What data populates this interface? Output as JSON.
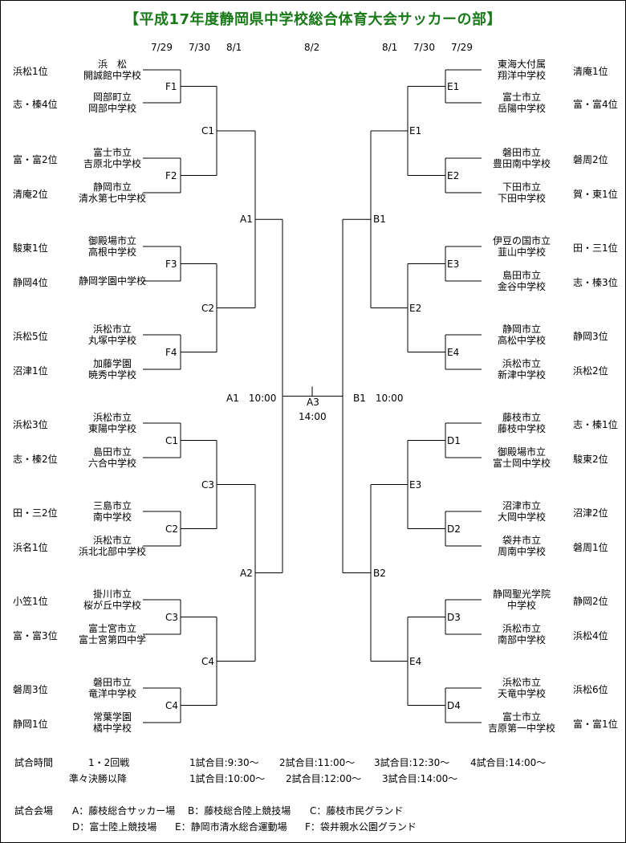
{
  "title": "【平成17年度静岡県中学校総合体育大会サッカーの部】",
  "dates": {
    "left": [
      "7/29",
      "7/30",
      "8/1"
    ],
    "center": "8/2",
    "right": [
      "8/1",
      "7/30",
      "7/29"
    ]
  },
  "left_teams": [
    {
      "rank": "浜松1位",
      "name": [
        "浜　松",
        "開誠館中学校"
      ]
    },
    {
      "rank": "志・榛4位",
      "name": [
        "岡部町立",
        "岡部中学校"
      ]
    },
    {
      "rank": "富・富2位",
      "name": [
        "富士市立",
        "吉原北中学校"
      ]
    },
    {
      "rank": "清庵2位",
      "name": [
        "静岡市立",
        "清水第七中学校"
      ]
    },
    {
      "rank": "駿東1位",
      "name": [
        "御殿場市立",
        "高根中学校"
      ]
    },
    {
      "rank": "静岡4位",
      "name": [
        "静岡学園中学校"
      ]
    },
    {
      "rank": "浜松5位",
      "name": [
        "浜松市立",
        "丸塚中学校"
      ]
    },
    {
      "rank": "沼津1位",
      "name": [
        "加藤学園",
        "暁秀中学校"
      ]
    },
    {
      "rank": "浜松3位",
      "name": [
        "浜松市立",
        "東陽中学校"
      ]
    },
    {
      "rank": "志・榛2位",
      "name": [
        "島田市立",
        "六合中学校"
      ]
    },
    {
      "rank": "田・三2位",
      "name": [
        "三島市立",
        "南中学校"
      ]
    },
    {
      "rank": "浜名1位",
      "name": [
        "浜松市立",
        "浜北北部中学校"
      ]
    },
    {
      "rank": "小笠1位",
      "name": [
        "掛川市立",
        "桜が丘中学校"
      ]
    },
    {
      "rank": "富・富3位",
      "name": [
        "富士宮市立",
        "富士宮第四中学"
      ]
    },
    {
      "rank": "磐周3位",
      "name": [
        "磐田市立",
        "竜洋中学校"
      ]
    },
    {
      "rank": "静岡1位",
      "name": [
        "常葉学園",
        "橘中学校"
      ]
    }
  ],
  "right_teams": [
    {
      "rank": "清庵1位",
      "name": [
        "東海大付属",
        "翔洋中学校"
      ]
    },
    {
      "rank": "富・富4位",
      "name": [
        "富士市立",
        "岳陽中学校"
      ]
    },
    {
      "rank": "磐周2位",
      "name": [
        "磐田市立",
        "豊田南中学校"
      ]
    },
    {
      "rank": "賀・東1位",
      "name": [
        "下田市立",
        "下田中学校"
      ]
    },
    {
      "rank": "田・三1位",
      "name": [
        "伊豆の国市立",
        "韮山中学校"
      ]
    },
    {
      "rank": "志・榛3位",
      "name": [
        "島田市立",
        "金谷中学校"
      ]
    },
    {
      "rank": "静岡3位",
      "name": [
        "静岡市立",
        "高松中学校"
      ]
    },
    {
      "rank": "浜松2位",
      "name": [
        "浜松市立",
        "新津中学校"
      ]
    },
    {
      "rank": "志・榛1位",
      "name": [
        "藤枝市立",
        "藤枝中学校"
      ]
    },
    {
      "rank": "駿東2位",
      "name": [
        "御殿場市立",
        "富士岡中学校"
      ]
    },
    {
      "rank": "沼津2位",
      "name": [
        "沼津市立",
        "大岡中学校"
      ]
    },
    {
      "rank": "磐周1位",
      "name": [
        "袋井市立",
        "周南中学校"
      ]
    },
    {
      "rank": "静岡2位",
      "name": [
        "静岡聖光学院",
        "中学校"
      ]
    },
    {
      "rank": "浜松4位",
      "name": [
        "浜松市立",
        "南部中学校"
      ]
    },
    {
      "rank": "浜松6位",
      "name": [
        "浜松市立",
        "天竜中学校"
      ]
    },
    {
      "rank": "富・富1位",
      "name": [
        "富士市立",
        "吉原第一中学校"
      ]
    }
  ],
  "left_r1": [
    "F1",
    "F2",
    "F3",
    "F4",
    "C1",
    "C2",
    "C3",
    "C4"
  ],
  "left_r2": [
    "C1",
    "C2",
    "C3",
    "C4"
  ],
  "left_r3": [
    "A1",
    "A2"
  ],
  "right_r1": [
    "E1",
    "E2",
    "E3",
    "E4",
    "D1",
    "D2",
    "D3",
    "D4"
  ],
  "right_r2": [
    "E1",
    "E2",
    "E3",
    "E4"
  ],
  "right_r3": [
    "B1",
    "B2"
  ],
  "semi_left": "A1　10:00",
  "semi_right": "B1　10:00",
  "final_label": "A3",
  "final_time": "14:00",
  "schedule": {
    "label": "試合時間",
    "row1_round": "1・2回戦",
    "row1": [
      "1試合目:9:30～",
      "2試合目:11:00～",
      "3試合目:12:30～",
      "4試合目:14:00～"
    ],
    "row2_round": "準々決勝以降",
    "row2": [
      "1試合目:10:00～",
      "2試合目:12:00～",
      "3試合目:14:00～"
    ]
  },
  "venues": {
    "label": "試合会場",
    "row1": [
      "A：藤枝総合サッカー場",
      "B：藤枝総合陸上競技場",
      "C：藤枝市民グランド"
    ],
    "row2": [
      "D：富士陸上競技場",
      "E：静岡市清水総合運動場",
      "F：袋井親水公園グランド"
    ]
  }
}
